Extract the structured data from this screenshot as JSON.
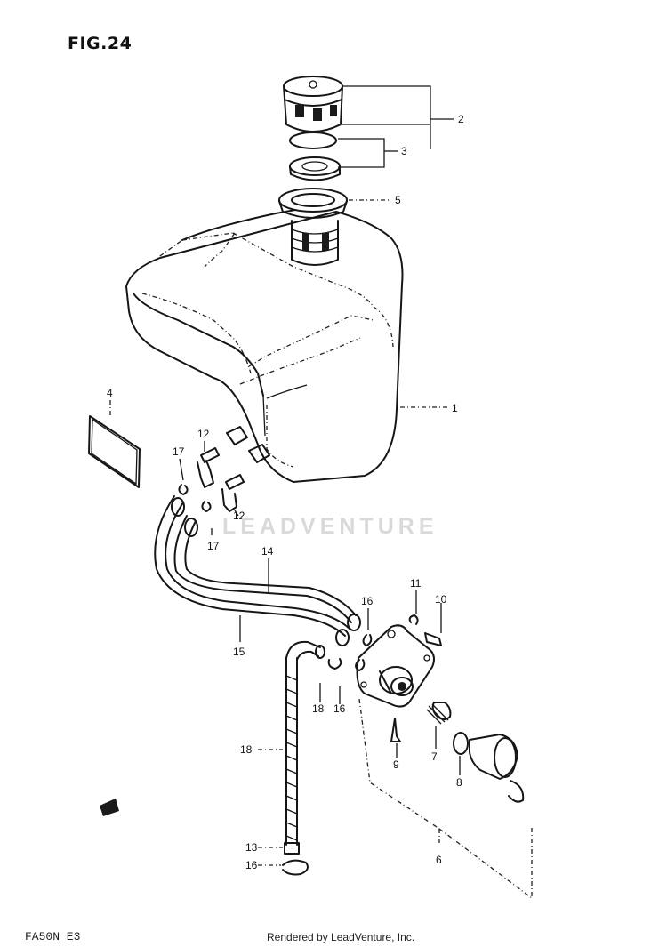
{
  "figure": {
    "title": "FIG.24"
  },
  "callouts": [
    {
      "id": "c2",
      "text": "2"
    },
    {
      "id": "c3",
      "text": "3"
    },
    {
      "id": "c5",
      "text": "5"
    },
    {
      "id": "c1",
      "text": "1"
    },
    {
      "id": "c4",
      "text": "4"
    },
    {
      "id": "c12a",
      "text": "12"
    },
    {
      "id": "c17a",
      "text": "17"
    },
    {
      "id": "c12b",
      "text": "12"
    },
    {
      "id": "c17b",
      "text": "17"
    },
    {
      "id": "c14",
      "text": "14"
    },
    {
      "id": "c15",
      "text": "15"
    },
    {
      "id": "c16a",
      "text": "16"
    },
    {
      "id": "c11",
      "text": "11"
    },
    {
      "id": "c10",
      "text": "10"
    },
    {
      "id": "c18a",
      "text": "18"
    },
    {
      "id": "c16b",
      "text": "16"
    },
    {
      "id": "c9",
      "text": "9"
    },
    {
      "id": "c7",
      "text": "7"
    },
    {
      "id": "c8",
      "text": "8"
    },
    {
      "id": "c18b",
      "text": "18"
    },
    {
      "id": "c13",
      "text": "13"
    },
    {
      "id": "c16c",
      "text": "16"
    },
    {
      "id": "c6",
      "text": "6"
    }
  ],
  "watermark": {
    "text": "LEADVENTURE"
  },
  "footer": {
    "model": "FA50N E3",
    "credit": "Rendered by LeadVenture, Inc."
  }
}
